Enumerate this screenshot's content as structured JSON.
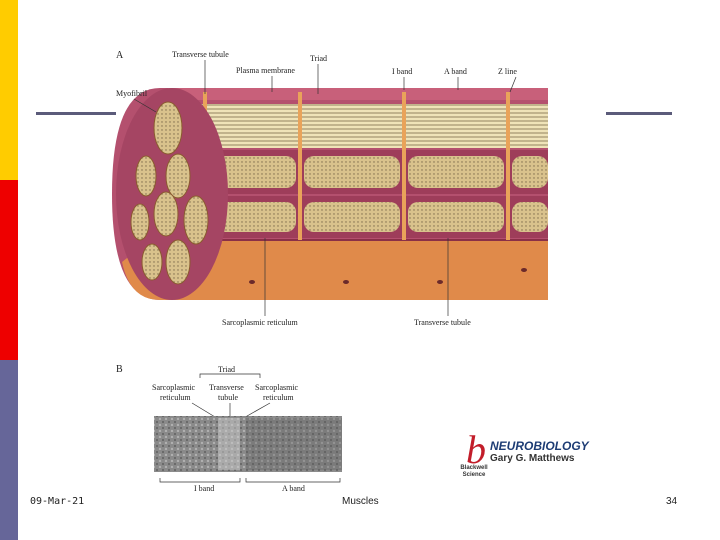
{
  "slide": {
    "date": "09-Mar-21",
    "title": "Muscles",
    "page_number": "34"
  },
  "figure_a": {
    "panel_label": "A",
    "labels": {
      "transverse_tubule_top": "Transverse tubule",
      "plasma_membrane": "Plasma membrane",
      "triad": "Triad",
      "i_band": "I band",
      "a_band": "A band",
      "z_line": "Z line",
      "myofibril": "Myofibril",
      "sarcoplasmic_reticulum": "Sarcoplasmic reticulum",
      "transverse_tubule_bottom": "Transverse tubule"
    }
  },
  "figure_b": {
    "panel_label": "B",
    "labels": {
      "triad": "Triad",
      "sr_left_line1": "Sarcoplasmic",
      "sr_left_line2": "reticulum",
      "tt_line1": "Transverse",
      "tt_line2": "tubule",
      "sr_right_line1": "Sarcoplasmic",
      "sr_right_line2": "reticulum",
      "i_band": "I band",
      "a_band": "A band"
    }
  },
  "logo": {
    "mark": "b",
    "title": "NEUROBIOLOGY",
    "author": "Gary G. Matthews",
    "publisher_line1": "Blackwell",
    "publisher_line2": "Science"
  },
  "colors": {
    "bar_yellow": "#ffcc00",
    "bar_red": "#ee0000",
    "bar_blue": "#666699",
    "muscle_pink": "#c8607a",
    "tubule_orange": "#e9a35a",
    "myofibril_cream": "#efe3b8",
    "logo_red": "#c21d2a",
    "logo_blue": "#1d3c74"
  }
}
